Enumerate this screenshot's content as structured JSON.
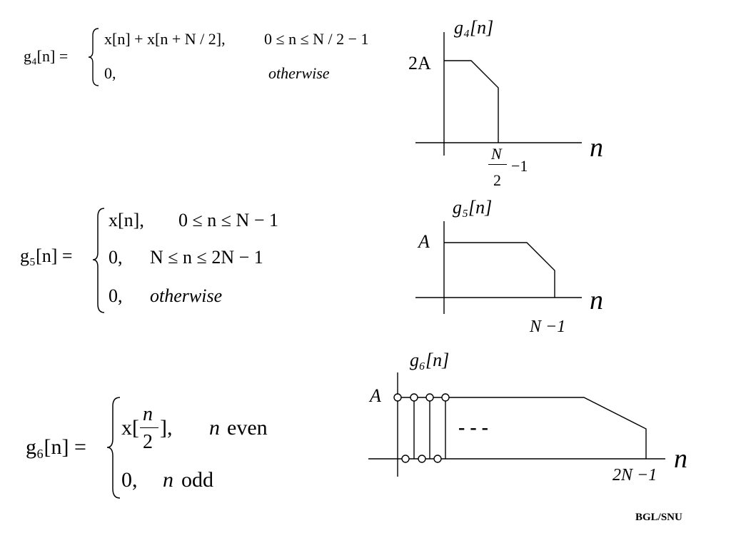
{
  "equations": {
    "g4": {
      "lhs": "g₄[n] =",
      "case1_expr": "x[n] + x[n + N / 2],",
      "case1_cond": "0 ≤ n ≤ N / 2 − 1",
      "case2_expr": "0,",
      "case2_cond": "otherwise"
    },
    "g5": {
      "lhs": "g₅[n] =",
      "case1_expr": "x[n],",
      "case1_cond": "0 ≤ n ≤ N − 1",
      "case2_expr": "0,",
      "case2_cond": "N ≤ n ≤ 2N − 1",
      "case3_expr": "0,",
      "case3_cond": "otherwise"
    },
    "g6": {
      "lhs": "g₆[n] =",
      "case1_x": "x[",
      "case1_num": "n",
      "case1_den": "2",
      "case1_close": "],",
      "case1_cond_var": "n",
      "case1_cond_word": "even",
      "case2_expr": "0,",
      "case2_cond_var": "n",
      "case2_cond_word": "odd"
    }
  },
  "plots": {
    "g4": {
      "title": "g₄[n]",
      "y_label": "2A",
      "x_label": "n",
      "tick_num": "N",
      "tick_den": "2",
      "tick_suffix": "−1"
    },
    "g5": {
      "title": "g₅[n]",
      "y_label": "A",
      "x_label": "n",
      "tick": "N −1"
    },
    "g6": {
      "title": "g₆[n]",
      "y_label": "A",
      "x_label": "n",
      "tick": "2N −1",
      "ellipsis": "- - -"
    }
  },
  "footer": "BGL/SNU"
}
